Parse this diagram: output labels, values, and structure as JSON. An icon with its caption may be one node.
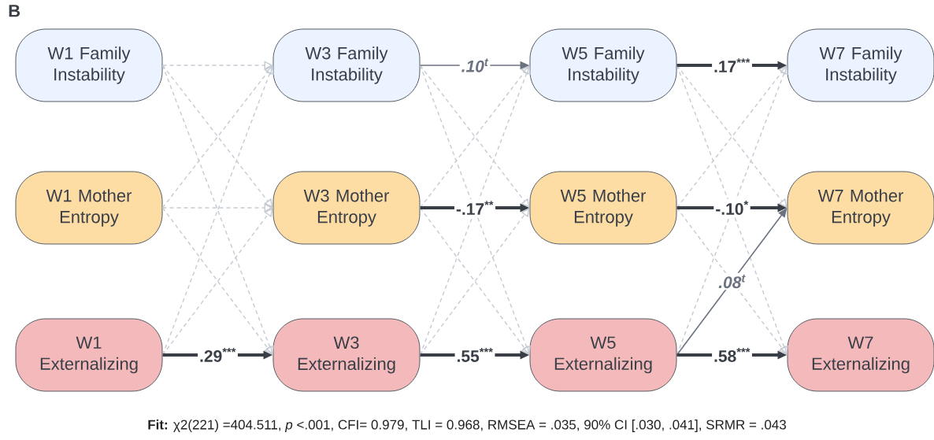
{
  "diagram": {
    "caption": "**Fit:** χ2(221) =404.511, *p* <.001, CFI= 0.979, TLI = 0.968,  RMSEA = .035, 90% CI [.030, .041], SRMR = .043",
    "nodes": [
      {
        "text": [
          "W1 Family Instability"
        ]
      },
      {
        "text": [
          "W3 Family Instability"
        ]
      },
      {
        "text": [
          "W5 Family Instability"
        ]
      },
      {
        "text": [
          "W7 Family Instability"
        ]
      },
      {
        "text": [
          "W1 Mother Entropy"
        ]
      },
      {
        "text": [
          "W3 Mother Entropy"
        ]
      },
      {
        "text": [
          "W5 Mother Entropy"
        ]
      },
      {
        "text": [
          "W7 Mother Entropy"
        ]
      },
      {
        "text": [
          "W1 Externalizing"
        ]
      },
      {
        "text": [
          "W3 Externalizing"
        ]
      },
      {
        "text": [
          "W5 Externalizing"
        ]
      },
      {
        "text": [
          "W7 Externalizing"
        ]
      }
    ],
    "edges": [
      {
        "from": 0,
        "to": 1,
        "arrow": "to",
        "style": "dashed"
      },
      {
        "from": 0,
        "to": 5,
        "arrow": "to",
        "style": "dashed"
      },
      {
        "from": 0,
        "to": 9,
        "arrow": "to",
        "style": "dashed"
      },
      {
        "from": 4,
        "to": 1,
        "arrow": "to",
        "style": "dashed"
      },
      {
        "from": 4,
        "to": 5,
        "arrow": "to",
        "style": "dashed"
      },
      {
        "from": 4,
        "to": 9,
        "arrow": "to",
        "style": "dashed"
      },
      {
        "from": 8,
        "to": 1,
        "arrow": "to",
        "style": "dashed"
      },
      {
        "from": 8,
        "to": 5,
        "arrow": "to",
        "style": "dashed"
      },
      {
        "from": 8,
        "to": 9,
        "arrow": "to",
        "style": "thick",
        "color": "#3a3f47",
        "label": ".29$^{***}$"
      },
      {
        "from": 1,
        "to": 2,
        "arrow": "to",
        "color": "#6b7280",
        "label": ".10$^{t}$"
      },
      {
        "from": 1,
        "to": 6,
        "arrow": "to",
        "style": "dashed"
      },
      {
        "from": 1,
        "to": 10,
        "arrow": "to",
        "style": "dashed"
      },
      {
        "from": 5,
        "to": 2,
        "arrow": "to",
        "style": "dashed"
      },
      {
        "from": 5,
        "to": 6,
        "arrow": "to",
        "style": "thick",
        "color": "#3a3f47",
        "label": "-.17$^{**}$"
      },
      {
        "from": 5,
        "to": 10,
        "arrow": "to",
        "style": "dashed"
      },
      {
        "from": 9,
        "to": 2,
        "arrow": "to",
        "style": "dashed"
      },
      {
        "from": 9,
        "to": 6,
        "arrow": "to",
        "style": "dashed"
      },
      {
        "from": 9,
        "to": 10,
        "arrow": "to",
        "style": "thick",
        "color": "#3a3f47",
        "label": ".55$^{***}$"
      },
      {
        "from": 2,
        "to": 3,
        "arrow": "to",
        "style": "thick",
        "color": "#3a3f47",
        "label": ".17$^{***}$"
      },
      {
        "from": 2,
        "to": 7,
        "arrow": "to",
        "style": "dashed"
      },
      {
        "from": 2,
        "to": 11,
        "arrow": "to",
        "style": "dashed"
      },
      {
        "from": 6,
        "to": 3,
        "arrow": "to",
        "style": "dashed"
      },
      {
        "from": 6,
        "to": 7,
        "arrow": "to",
        "style": "thick",
        "color": "#3a3f47",
        "label": "-.10$^{*}$"
      },
      {
        "from": 6,
        "to": 11,
        "arrow": "to",
        "style": "dashed"
      },
      {
        "from": 10,
        "to": 3,
        "arrow": "to",
        "style": "dashed"
      },
      {
        "from": 10,
        "to": 7,
        "arrow": "to",
        "color": "#6b7280",
        "label": ".08$^{t}$"
      },
      {
        "from": 10,
        "to": 11,
        "arrow": "to",
        "style": "thick",
        "color": "#3a3f47",
        "label": ".58$^{***}$"
      }
    ],
    "labels": [
      "B"
    ]
  }
}
